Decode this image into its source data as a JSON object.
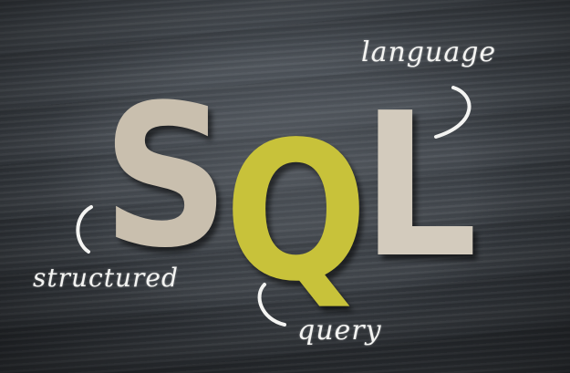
{
  "image": {
    "letters": {
      "s": "S",
      "q": "Q",
      "l": "L"
    },
    "words": {
      "language": "language",
      "structured": "structured",
      "query": "query"
    },
    "colors": {
      "background": "#3c4147",
      "letter_s": "#c9bfae",
      "letter_q": "#c8c23a",
      "letter_l": "#d3cbbd",
      "chalk": "#f4f4f2"
    }
  }
}
